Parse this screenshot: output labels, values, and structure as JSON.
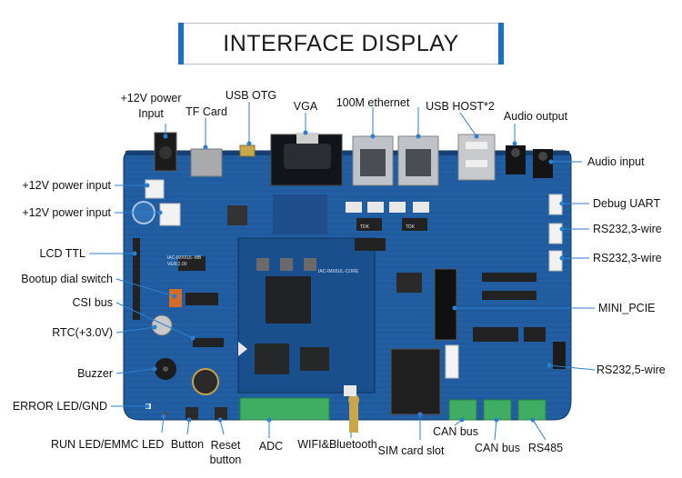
{
  "title": "INTERFACE DISPLAY",
  "labels": {
    "power_input_top": "+12V power\nInput",
    "tf_card": "TF Card",
    "usb_otg": "USB OTG",
    "vga": "VGA",
    "ethernet": "100M ethernet",
    "usb_host": "USB HOST*2",
    "audio_output": "Audio output",
    "audio_input": "Audio input",
    "debug_uart": "Debug UART",
    "rs232_1": "RS232,3-wire",
    "rs232_2": "RS232,3-wire",
    "mini_pcie": "MINI_PCIE",
    "rs232_5": "RS232,5-wire",
    "power_input_1": "+12V power input",
    "power_input_2": "+12V power input",
    "lcd_ttl": "LCD TTL",
    "bootup_switch": "Bootup dial switch",
    "csi_bus": "CSI bus",
    "rtc": "RTC(+3.0V)",
    "buzzer": "Buzzer",
    "error_led": "ERROR LED/GND",
    "run_led": "RUN LED/EMMC LED",
    "button": "Button",
    "reset_button": "Reset\nbutton",
    "adc": "ADC",
    "wifi_bt": "WIFI&Bluetooth",
    "sim_slot": "SIM card slot",
    "can_bus_1": "CAN bus",
    "can_bus_2": "CAN bus",
    "rs485": "RS485"
  },
  "board": {
    "silk_1": "IAC-IMX6UL-MB",
    "silk_2": "VER:2.00",
    "silk_3": "IAC-IMX6UL-CORE",
    "chip_1": "TDK",
    "chip_2": "TDK"
  },
  "colors": {
    "pcb": "#1f5b9e",
    "pcb_dark": "#163f73",
    "title_bar": "#1f6fc1",
    "terminal_green": "#3fae62",
    "line": "#2c7fd0"
  }
}
